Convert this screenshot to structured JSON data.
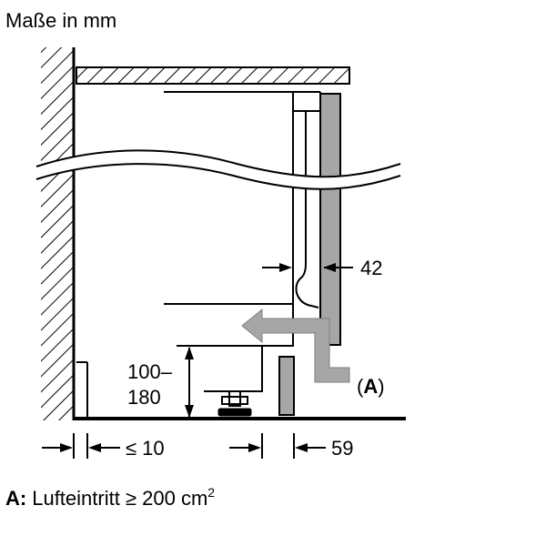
{
  "header": {
    "title": "Maße in mm"
  },
  "dimensions": {
    "gap": "42",
    "height_top": "100–",
    "height_bottom": "180",
    "clearance": "≤ 10",
    "plinth": "59"
  },
  "callout": {
    "open": "(",
    "letter": "A",
    "close": ")"
  },
  "legend": {
    "key": "A:",
    "text": "Lufteintritt ≥ 200 cm",
    "superscript": "2"
  },
  "colors": {
    "line": "#000000",
    "panel": "#a6a6a6",
    "arrow": "#a6a6a6",
    "arrow_edge": "#7f7f7f"
  }
}
